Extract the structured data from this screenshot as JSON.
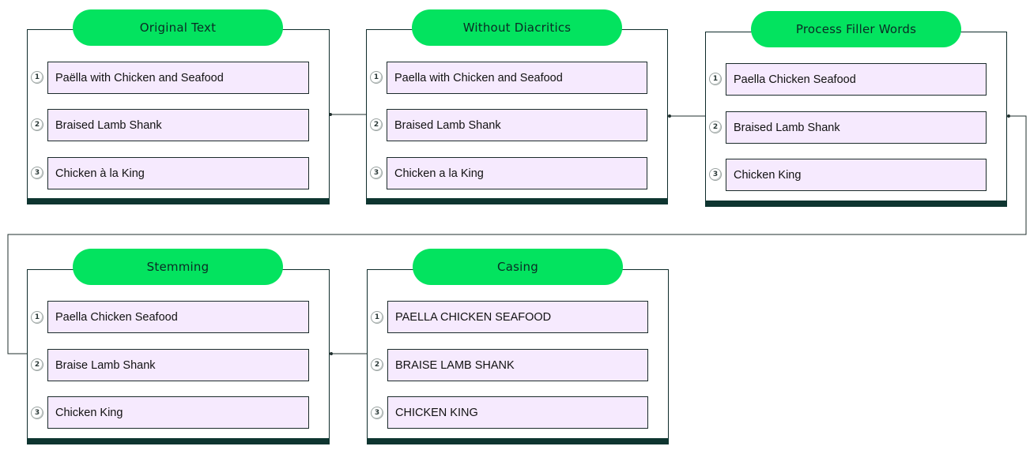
{
  "stages": [
    {
      "id": "original-text",
      "title": "Original Text",
      "items": [
        {
          "n": "1",
          "text": "Paëlla with Chicken and Seafood"
        },
        {
          "n": "2",
          "text": "Braised Lamb Shank"
        },
        {
          "n": "3",
          "text": "Chicken à la King"
        }
      ]
    },
    {
      "id": "without-diacritics",
      "title": "Without Diacritics",
      "items": [
        {
          "n": "1",
          "text": "Paella with Chicken and Seafood"
        },
        {
          "n": "2",
          "text": "Braised Lamb Shank"
        },
        {
          "n": "3",
          "text": "Chicken a la King"
        }
      ]
    },
    {
      "id": "process-filler-words",
      "title": "Process Filler Words",
      "items": [
        {
          "n": "1",
          "text": "Paella Chicken Seafood"
        },
        {
          "n": "2",
          "text": "Braised Lamb Shank"
        },
        {
          "n": "3",
          "text": "Chicken King"
        }
      ]
    },
    {
      "id": "stemming",
      "title": "Stemming",
      "items": [
        {
          "n": "1",
          "text": "Paella Chicken Seafood"
        },
        {
          "n": "2",
          "text": "Braise Lamb Shank"
        },
        {
          "n": "3",
          "text": "Chicken King"
        }
      ]
    },
    {
      "id": "casing",
      "title": "Casing",
      "items": [
        {
          "n": "1",
          "text": "PAELLA CHICKEN SEAFOOD"
        },
        {
          "n": "2",
          "text": "BRAISE LAMB SHANK"
        },
        {
          "n": "3",
          "text": "CHICKEN KING"
        }
      ]
    }
  ],
  "colors": {
    "pill": "#03e35f",
    "item_fill": "#f6eafe",
    "border": "#0e2b2a",
    "footer_bar": "#0e3530"
  }
}
